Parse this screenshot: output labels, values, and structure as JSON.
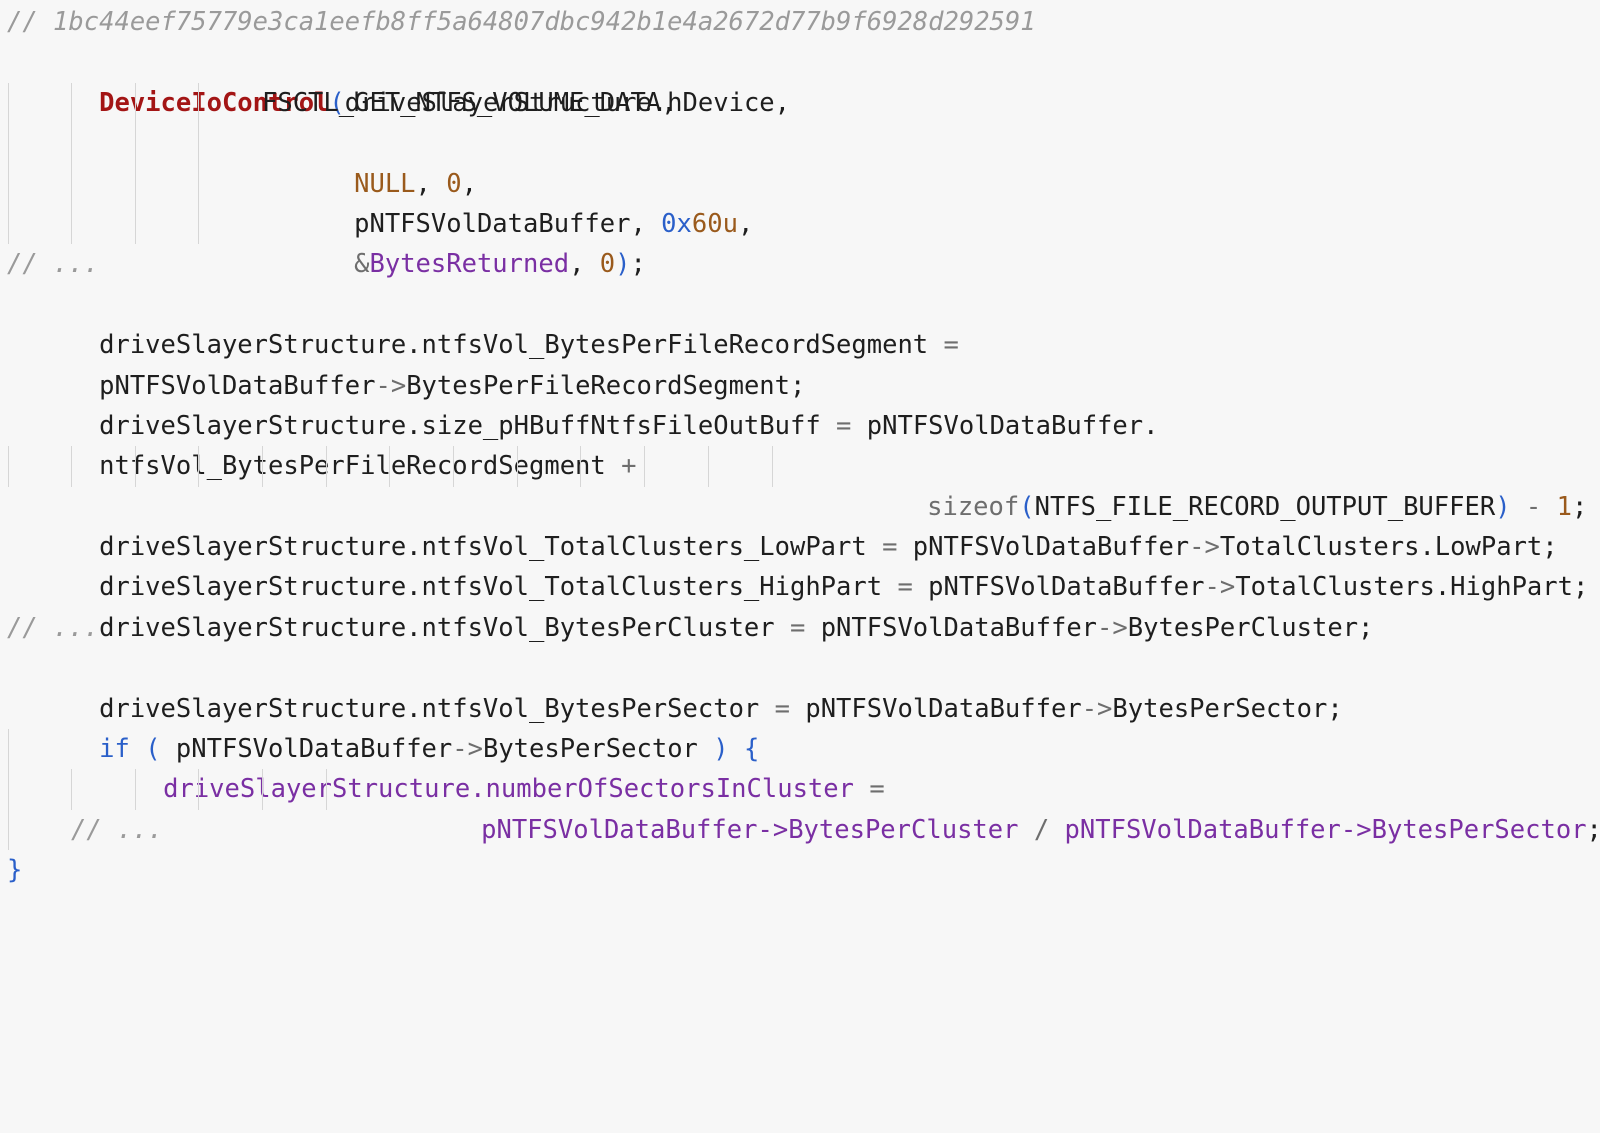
{
  "editor": {
    "hash_comment": "// 1bc44eef75779e3ca1eefb8ff5a64807dbc942b1e4a2672d77b9f6928d292591",
    "l2": {
      "fn": "DeviceIoControl",
      "paren": "(",
      "rest": "driveSlayerStructure.hDevice,"
    },
    "l3": {
      "arg": "FSCTL_GET_NTFS_VOLUME_DATA,"
    },
    "l4": {
      "null": "NULL",
      "sep1": ", ",
      "zero": "0",
      "sep2": ","
    },
    "l5": {
      "arg": "pNTFSVolDataBuffer, ",
      "hex_prefix": "0x",
      "hex_value": "60u",
      "sep": ","
    },
    "l6": {
      "amp": "&",
      "var": "BytesReturned",
      "sep": ", ",
      "zero": "0",
      "paren": ")",
      "end": ";"
    },
    "comment_ellipsis": "// ...",
    "l8": {
      "lhs": "driveSlayerStructure.ntfsVol_BytesPerFileRecordSegment ",
      "op": "="
    },
    "l9": {
      "a": "pNTFSVolDataBuffer",
      "arrow": "->",
      "b": "BytesPerFileRecordSegment;"
    },
    "l10": {
      "lhs": "driveSlayerStructure.size_pHBuffNtfsFileOutBuff ",
      "op": "=",
      "rhs": " pNTFSVolDataBuffer."
    },
    "l11": {
      "text": "ntfsVol_BytesPerFileRecordSegment ",
      "op": "+"
    },
    "l12": {
      "kw": "sizeof",
      "paren_open": "(",
      "arg": "NTFS_FILE_RECORD_OUTPUT_BUFFER",
      "paren_close": ")",
      "op": " - ",
      "num": "1",
      "end": ";"
    },
    "l13": {
      "lhs": "driveSlayerStructure.ntfsVol_TotalClusters_LowPart ",
      "op": "=",
      "a": " pNTFSVolDataBuffer",
      "arrow": "->",
      "b": "TotalClusters.LowPart;"
    },
    "l14": {
      "lhs": "driveSlayerStructure.ntfsVol_TotalClusters_HighPart ",
      "op": "=",
      "a": " pNTFSVolDataBuffer",
      "arrow": "->",
      "b": "TotalClusters.HighPart;"
    },
    "l15": {
      "lhs": "driveSlayerStructure.ntfsVol_BytesPerCluster ",
      "op": "=",
      "a": " pNTFSVolDataBuffer",
      "arrow": "->",
      "b": "BytesPerCluster;"
    },
    "l17": {
      "lhs": "driveSlayerStructure.ntfsVol_BytesPerSector ",
      "op": "=",
      "a": " pNTFSVolDataBuffer",
      "arrow": "->",
      "b": "BytesPerSector;"
    },
    "l18": {
      "kw": "if",
      "paren_open": " ( ",
      "a": "pNTFSVolDataBuffer",
      "arrow": "->",
      "b": "BytesPerSector ",
      "paren_close": ")",
      "brace": " {"
    },
    "l19": {
      "a": "driveSlayerStructure",
      "dot": ".",
      "b": "numberOfSectorsInCluster",
      "op": " ="
    },
    "l20": {
      "a": "pNTFSVolDataBuffer",
      "arrow1": "->",
      "b": "BytesPerCluster",
      "op": " / ",
      "c": "pNTFSVolDataBuffer",
      "arrow2": "->",
      "d": "BytesPerSector",
      "end": ";"
    },
    "l22": {
      "brace": "}"
    }
  },
  "colors": {
    "background": "#f7f7f7",
    "function": "#a31515",
    "comment": "#9a9a9a",
    "macro": "#9a5a1c",
    "hex": "#2a5fc9",
    "variable": "#7a2fa3",
    "keyword": "#2a5fc9"
  }
}
